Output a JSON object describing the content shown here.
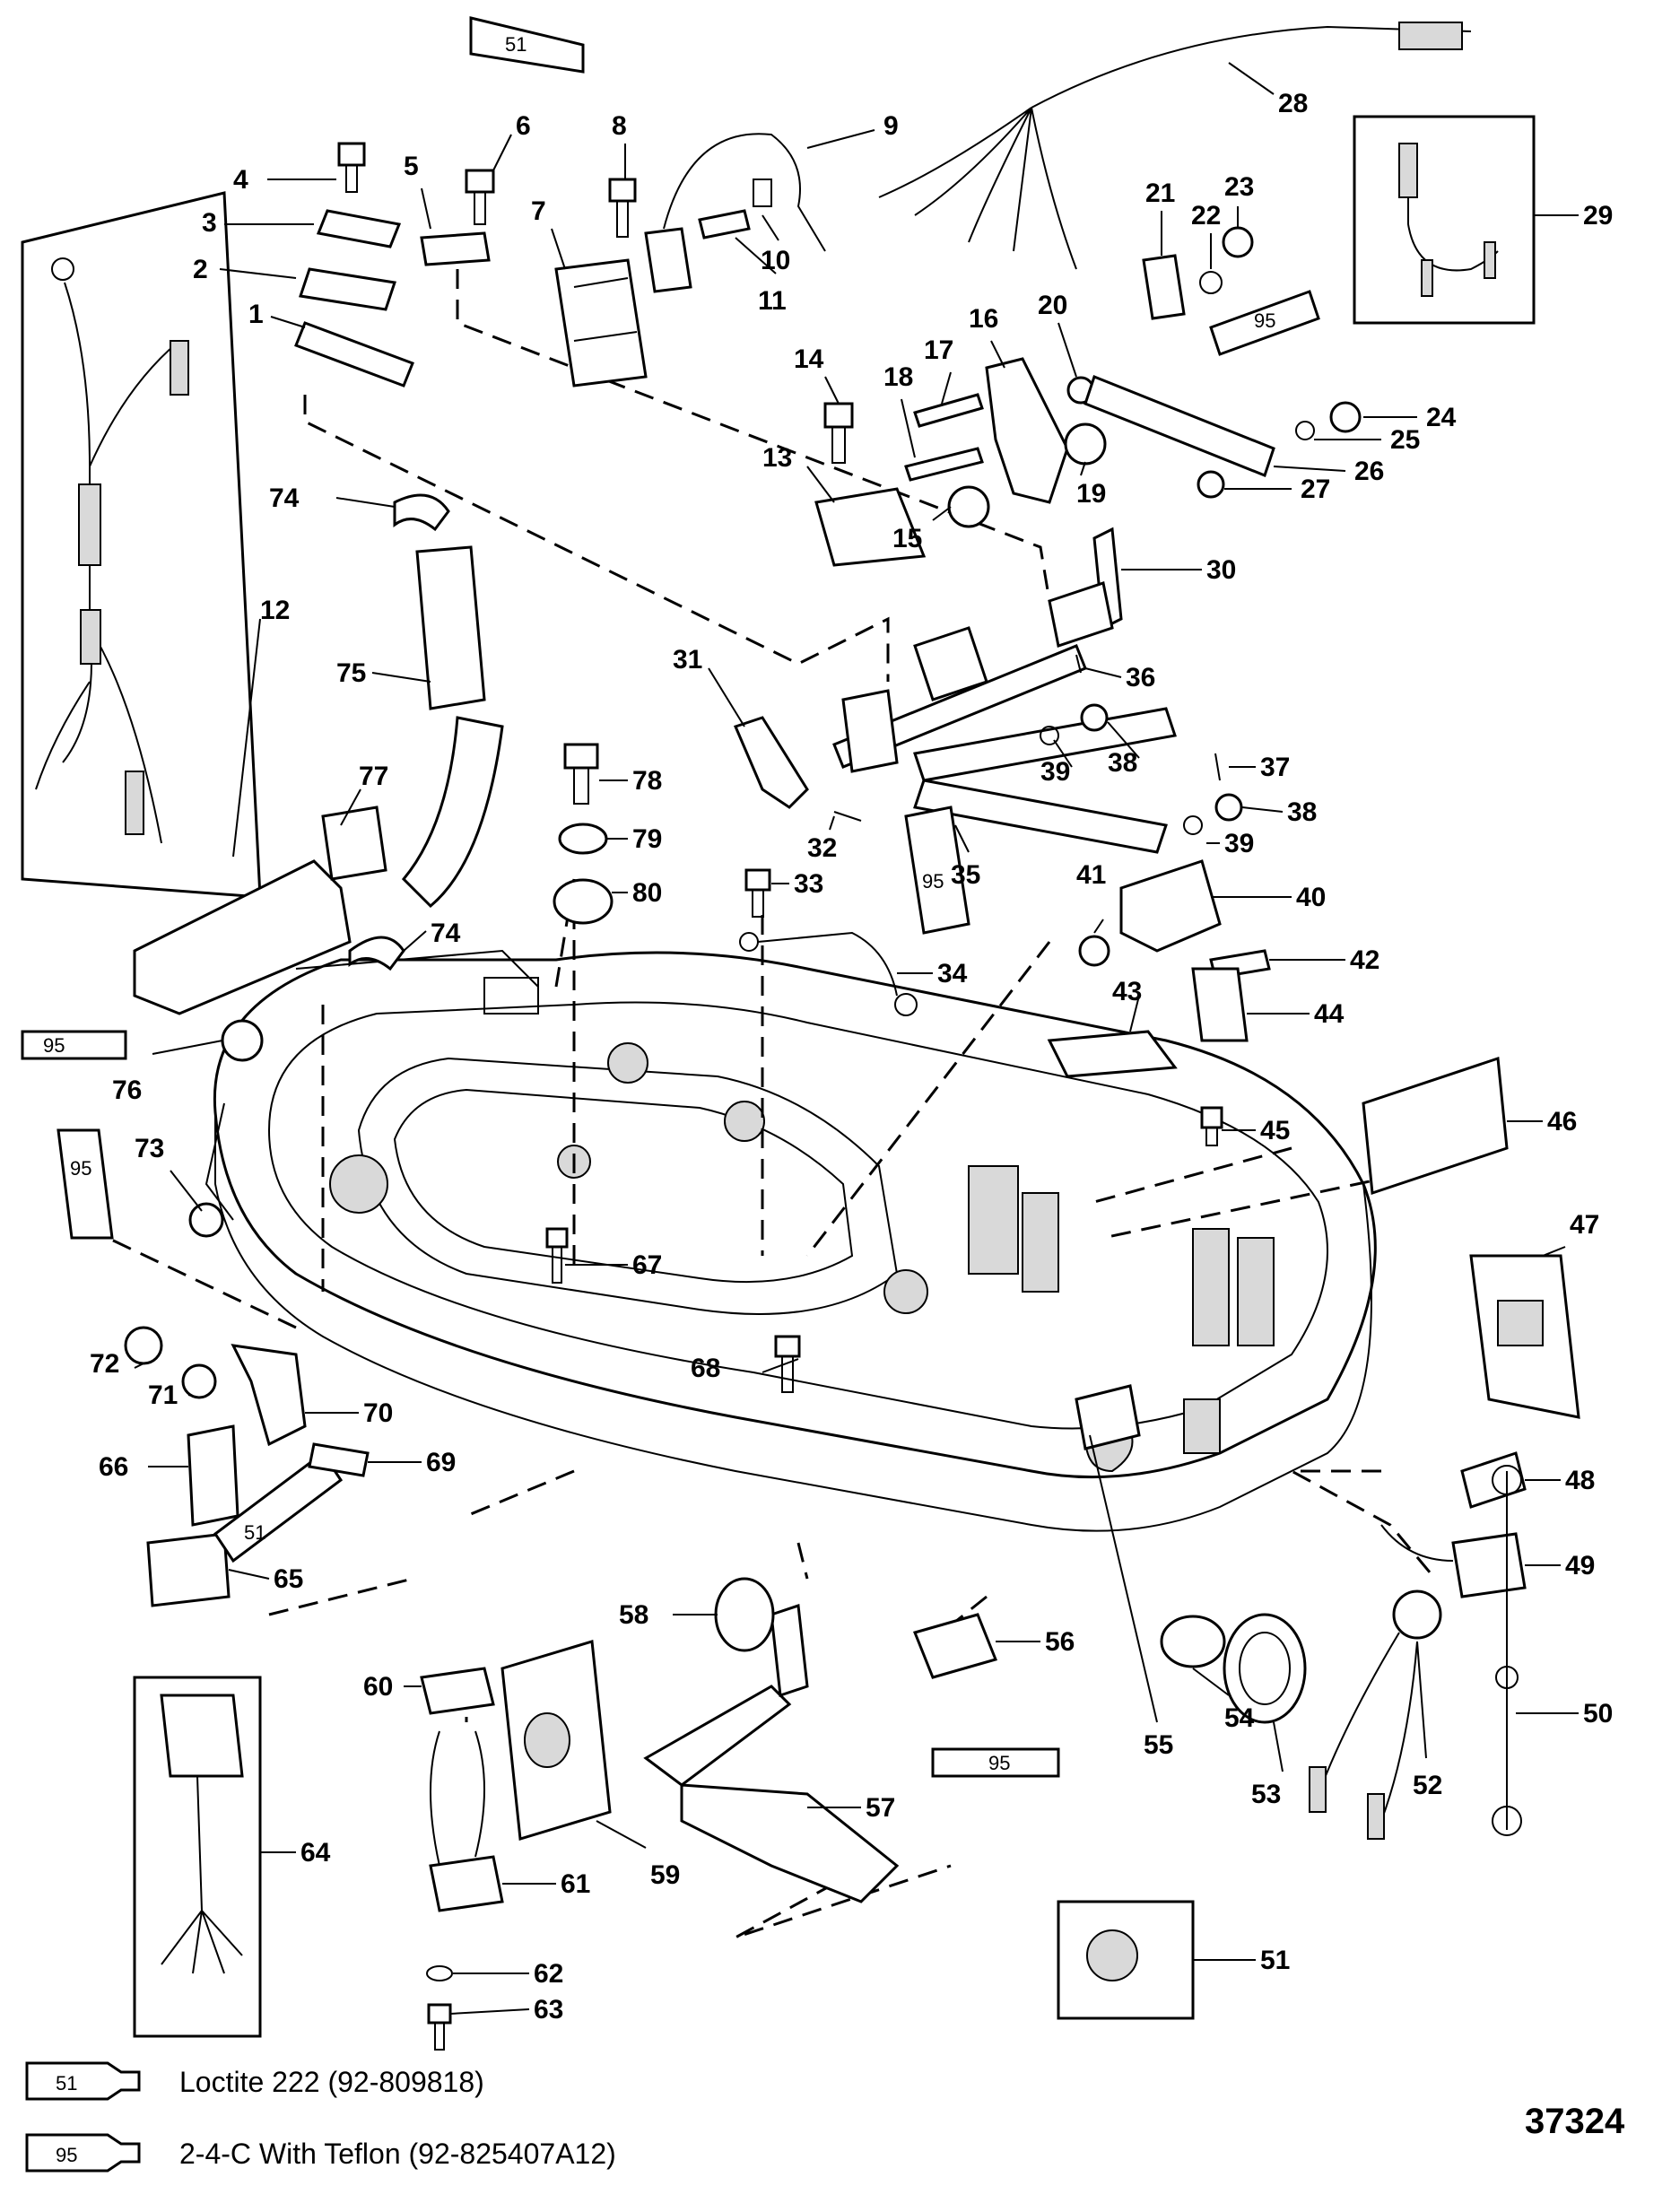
{
  "figure_number": "37324",
  "legend": [
    {
      "code": "51",
      "text": "Loctite 222 (92-809818)"
    },
    {
      "code": "95",
      "text": "2-4-C  With Teflon (92-825407A12)"
    }
  ],
  "tube_labels": {
    "t51": "51",
    "t95": "95"
  },
  "callouts": [
    "1",
    "2",
    "3",
    "4",
    "5",
    "6",
    "7",
    "8",
    "9",
    "10",
    "11",
    "12",
    "13",
    "14",
    "15",
    "16",
    "17",
    "18",
    "19",
    "20",
    "21",
    "22",
    "23",
    "24",
    "25",
    "26",
    "27",
    "28",
    "29",
    "30",
    "31",
    "32",
    "33",
    "34",
    "35",
    "36",
    "37",
    "38",
    "39",
    "40",
    "41",
    "42",
    "43",
    "44",
    "45",
    "46",
    "47",
    "48",
    "49",
    "50",
    "51",
    "52",
    "53",
    "54",
    "55",
    "56",
    "57",
    "58",
    "59",
    "60",
    "61",
    "62",
    "63",
    "64",
    "65",
    "66",
    "67",
    "68",
    "69",
    "70",
    "71",
    "72",
    "73",
    "74",
    "75",
    "76",
    "77",
    "78",
    "79",
    "80"
  ]
}
